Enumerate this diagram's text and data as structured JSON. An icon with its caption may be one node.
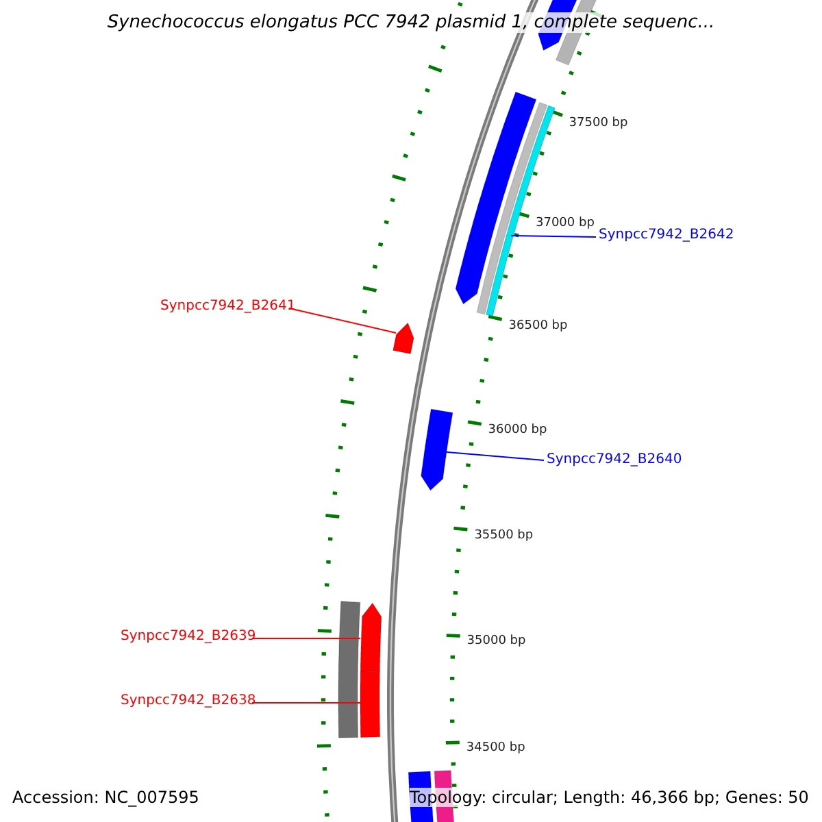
{
  "diagram": {
    "title": "Synechococcus elongatus PCC 7942 plasmid 1, complete sequenc...",
    "nodes": [
      {
        "text": [
          "Synpcc7942_B2642"
        ]
      },
      {
        "text": [],
        "shape": "bar"
      },
      {
        "text": [
          "Synpcc7942_B2641"
        ]
      },
      {
        "text": [],
        "shape": "bar"
      },
      {
        "text": [
          "Synpcc7942_B2640"
        ]
      },
      {
        "text": [],
        "shape": "bar"
      },
      {
        "text": [
          "Synpcc7942_B2639"
        ]
      },
      {
        "text": [],
        "shape": "bar"
      },
      {
        "text": [
          "Synpcc7942_B2638"
        ]
      },
      {
        "text": [],
        "shape": "bar"
      },
      {
        "text": [],
        "shape": "bar"
      }
    ],
    "edges": [
      {
        "from": 0,
        "to": 1,
        "arrow": "none",
        "color": "#0000ff"
      },
      {
        "from": 2,
        "to": 3,
        "arrow": "none"
      },
      {
        "from": 4,
        "to": 5,
        "arrow": "none",
        "color": "#0000ff"
      },
      {
        "from": 6,
        "to": 7,
        "arrow": "none"
      },
      {
        "from": 8,
        "to": 9,
        "arrow": "none"
      }
    ],
    "labels": [
      "37500 bp",
      "37000 bp",
      "36500 bp",
      "36000 bp",
      "35500 bp",
      "35000 bp",
      "34500 bp",
      "Accession: NC_007595",
      "Topology: circular; Length: 46,366 bp; Genes: 50"
    ]
  }
}
